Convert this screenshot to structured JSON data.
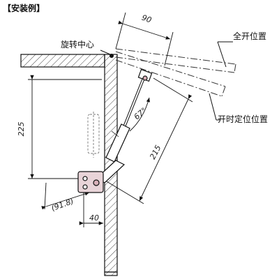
{
  "title": "【安装例】",
  "labels": {
    "pivot": "旋转中心",
    "full_open": "全开位置",
    "stop_position": "开时定位位置"
  },
  "dimensions": {
    "angle_top": "90",
    "height": "225",
    "angle": "67°",
    "length": "215",
    "offset": "(91.8)",
    "depth": "40"
  },
  "colors": {
    "line": "#111111",
    "hatch": "#444444",
    "accent": "#d8b0b8"
  }
}
